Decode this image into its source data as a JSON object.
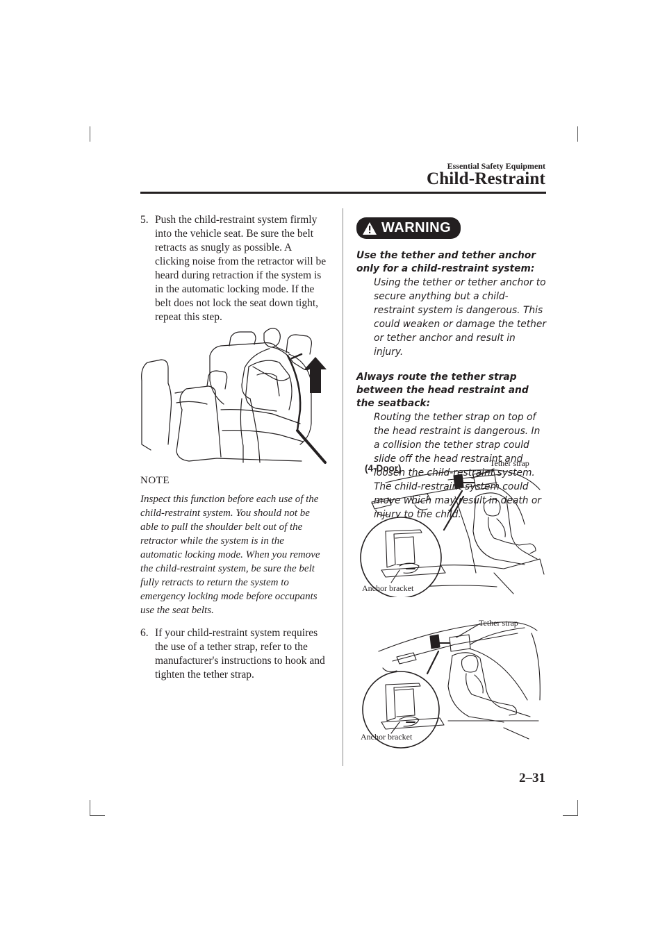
{
  "header": {
    "section": "Essential Safety Equipment",
    "title": "Child-Restraint"
  },
  "left": {
    "step5": {
      "number": "5.",
      "text": "Push the child-restraint system firmly into the vehicle seat. Be sure the belt retracts as snugly as possible. A clicking noise from the retractor will be heard during retraction if the system is in the automatic locking mode. If the belt does not lock the seat down tight, repeat this step."
    },
    "note": {
      "title": "NOTE",
      "text": "Inspect this function before each use of the child-restraint system. You should not be able to pull the shoulder belt out of the retractor while the system is in the automatic locking mode. When you remove the child-restraint system, be sure the belt fully retracts to return the system to emergency locking mode before occupants use the seat belts."
    },
    "step6": {
      "number": "6.",
      "text": "If your child-restraint system requires the use of a tether strap, refer to the manufacturer's instructions to hook and tighten the tether strap."
    }
  },
  "right": {
    "warning_label": "WARNING",
    "warnings": [
      {
        "title": "Use the tether and tether anchor only for a child-restraint system:",
        "text": "Using the tether or tether anchor to secure anything but a child-restraint system is dangerous. This could weaken or damage the tether or tether anchor and result in injury."
      },
      {
        "title": "Always route the tether strap between the head restraint and the seatback:",
        "text": "Routing the tether strap on top of the head restraint is dangerous. In a collision the tether strap could slide off the head restraint and loosen the child-restraint system. The child-restraint system could move which may result in death or injury to the child."
      }
    ],
    "figure1": {
      "door_label": "(4-Door)",
      "tether_label": "Tether strap",
      "anchor_label": "Anchor bracket"
    },
    "figure2": {
      "tether_label": "Tether strap",
      "anchor_label": "Anchor bracket"
    }
  },
  "page_number": "2–31"
}
